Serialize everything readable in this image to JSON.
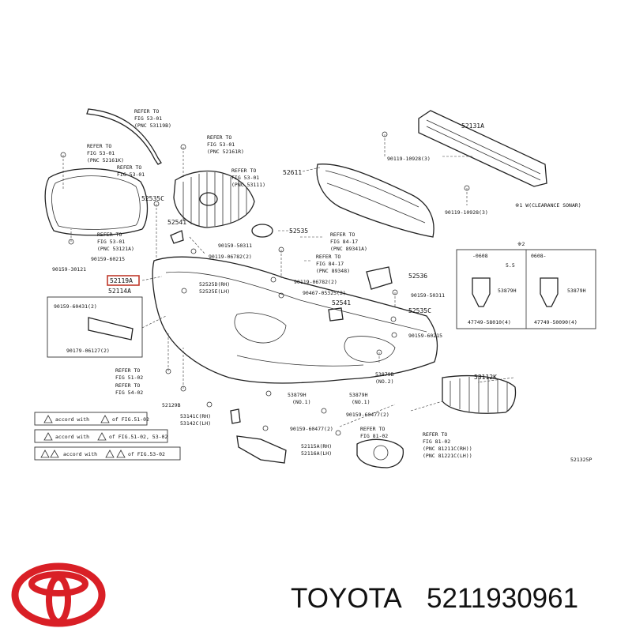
{
  "diagram": {
    "fig_code": "521325P",
    "labels": {
      "l52131a": "52131A",
      "l52611": "52611",
      "l90119_10928_top": "90119-10928(3)",
      "l90119_10928_bot": "90119-10928(3)",
      "sonar_note": "※1 W(CLEARANCE SONAR)",
      "l52535c_a": "52535C",
      "l52541_a": "52541",
      "l52535": "52535",
      "l90159_50311_a": "90159-50311",
      "l90119_06782_a": "90119-06782(2)",
      "l90159_60215_a": "90159-60215",
      "l90159_30121": "90159-30121",
      "l52119a": "52119A",
      "l52114a": "52114A",
      "l52525d": "52525D(RH)",
      "l52525e": "52525E(LH)",
      "l90119_06782_b": "90119-06782(2)",
      "l90467_05325": "90467-05325(2)",
      "l52536": "52536",
      "l90159_50311_b": "90159-50311",
      "l52541_b": "52541",
      "l52535c_b": "52535C",
      "l90159_60215_b": "90159-60215",
      "l90159_60431": "90159-60431(2)",
      "l90179_06127": "90179-06127(2)",
      "l53879b": "53879B",
      "l53879b_no": "(NO.2)",
      "l53879h_a": "53879H",
      "l53879h_a_no": "(NO.1)",
      "l53879h_b": "53879H",
      "l53879h_b_no": "(NO.1)",
      "l53112k": "53112K",
      "l52129b": "52129B",
      "l53141c": "53141C(RH)",
      "l53142c": "53142C(LH)",
      "l90159_60477_a": "90159-60477(2)",
      "l90159_60477_b": "90159-60477(2)",
      "l52115a": "52115A(RH)",
      "l52116a": "52116A(LH)",
      "insert_hdr_a": "-0608",
      "insert_hdr_b": "0608-",
      "insert_mark": "※2",
      "insert_dim": "5.5",
      "insert_53879h_a": "53879H",
      "insert_53879h_b": "53879H",
      "insert_47749_a": "47749-58010(4)",
      "insert_47749_b": "47749-50090(4)"
    },
    "refs": [
      {
        "line1": "REFER TO",
        "line2": "FIG 53-01",
        "line3": "(PNC 53119B)"
      },
      {
        "line1": "REFER TO",
        "line2": "FIG 53-01",
        "line3": "(PNC 52161K)"
      },
      {
        "line1": "REFER TO",
        "line2": "FIG 53-01",
        "line3": ""
      },
      {
        "line1": "REFER TO",
        "line2": "FIG 53-01",
        "line3": "(PNC 52161R)"
      },
      {
        "line1": "REFER TO",
        "line2": "FIG 53-01",
        "line3": "(PNC 53111)"
      },
      {
        "line1": "REFER TO",
        "line2": "FIG 53-01",
        "line3": "(PNC 53121A)"
      },
      {
        "line1": "REFER TO",
        "line2": "FIG 84-17",
        "line3": "(PNC 89341A)"
      },
      {
        "line1": "REFER TO",
        "line2": "FIG 84-17",
        "line3": "(PNC 89348)"
      },
      {
        "line1": "REFER TO",
        "line2": "FIG 51-02",
        "line3": ""
      },
      {
        "line1": "REFER TO",
        "line2": "FIG 54-02",
        "line3": ""
      },
      {
        "line1": "REFER TO",
        "line2": "FIG 81-02",
        "line3": ""
      },
      {
        "line1": "REFER TO",
        "line2": "FIG 81-02",
        "line3": "(PNC 81211C(RH))"
      },
      {
        "line1": "",
        "line2": "",
        "line3": "(PNC 81221C(LH))"
      }
    ],
    "legend": [
      {
        "text": "accord with",
        "ref": "of FIG.51-02"
      },
      {
        "text": "accord with",
        "ref": "of FIG.51-02, 53-02"
      },
      {
        "text": "accord with",
        "ref": "of FIG.53-02"
      }
    ]
  },
  "brand": "TOYOTA",
  "part_number": "5211930961",
  "colors": {
    "logo": "#d91f26",
    "highlight": "#c0392b",
    "line": "#222222"
  }
}
